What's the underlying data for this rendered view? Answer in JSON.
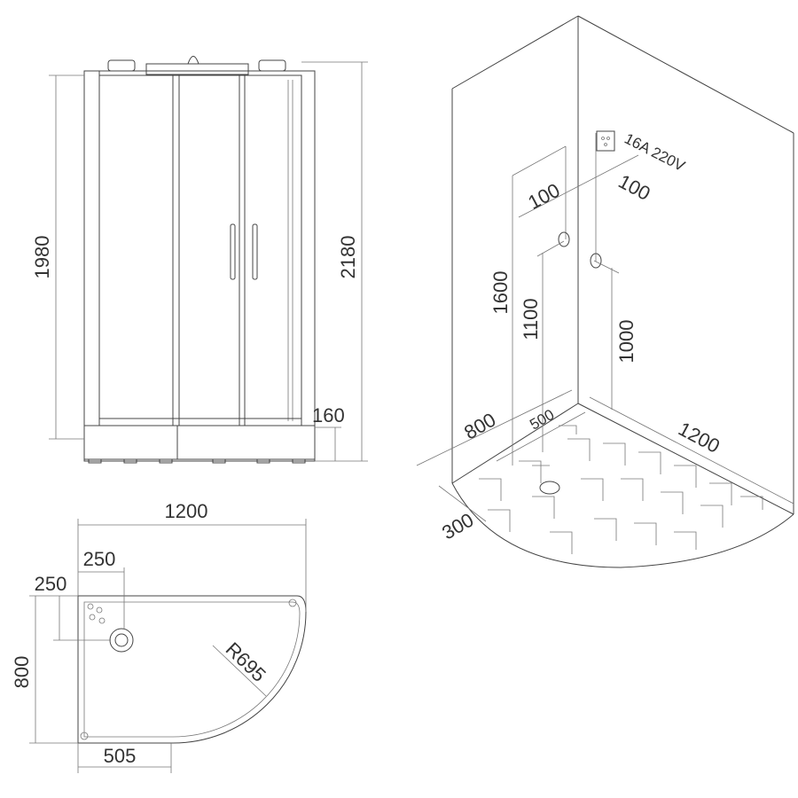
{
  "front_view": {
    "height_cabin": "1980",
    "height_total": "2180",
    "tray_height": "160"
  },
  "plan_view": {
    "width": "1200",
    "drain_offset_x": "250",
    "drain_offset_y": "250",
    "depth": "800",
    "radius": "R695",
    "straight_section": "505"
  },
  "install_view": {
    "socket_label": "16A 220V",
    "socket_offset_left": "100",
    "socket_offset_right": "100",
    "socket_height": "1600",
    "hot_water_height": "1100",
    "cold_water_height": "1000",
    "depth": "800",
    "drain_offset": "500",
    "width": "1200",
    "drain_wall_offset": "300"
  }
}
